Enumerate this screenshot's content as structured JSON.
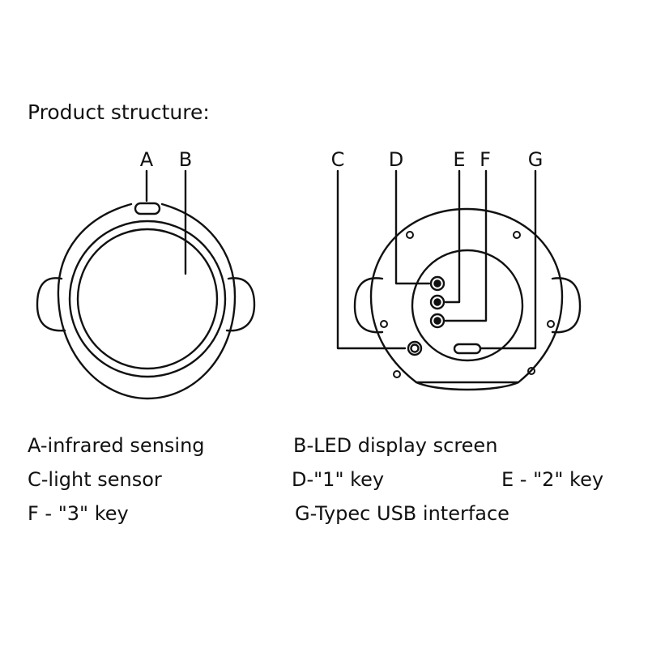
{
  "title": "Product structure:",
  "callouts": {
    "a": "A",
    "b": "B",
    "c": "C",
    "d": "D",
    "e": "E",
    "f": "F",
    "g": "G"
  },
  "legend": {
    "a": "A-infrared sensing",
    "b": "B-LED display screen",
    "c": "C-light sensor",
    "d": "D-\"1\" key",
    "e": "E - \"2\" key",
    "f": "F - \"3\" key",
    "g": "G-Typec USB interface"
  }
}
